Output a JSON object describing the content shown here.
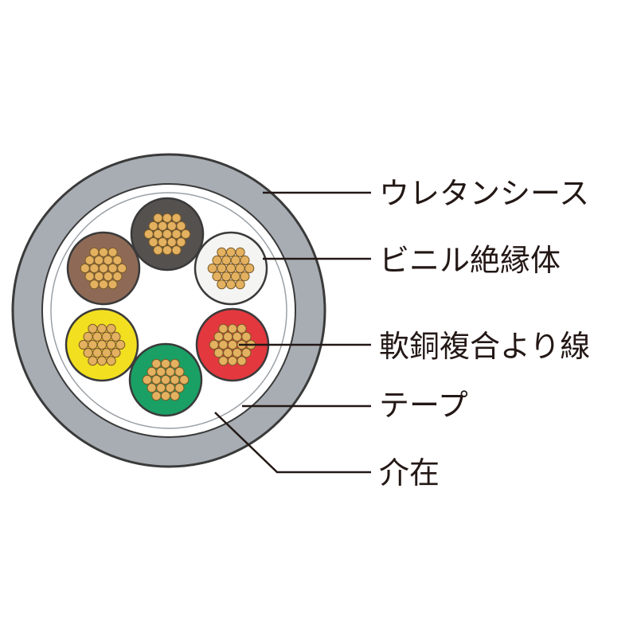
{
  "labels": {
    "sheath": "ウレタンシース",
    "insulation": "ビニル絶縁体",
    "conductor": "軟銅複合より線",
    "tape": "テープ",
    "filler": "介在"
  },
  "colors": {
    "sheath": "#a7adb3",
    "outline": "#3a3a3a",
    "tape": "#ffffff",
    "filler": "#ffffff",
    "copper": "#e3b15f",
    "copper_outline": "#7a5a28",
    "leader": "#231815"
  },
  "cores": [
    {
      "name": "black-core",
      "color": "#55514f"
    },
    {
      "name": "brown-core",
      "color": "#8e6a56"
    },
    {
      "name": "white-core",
      "color": "#f4f4f2"
    },
    {
      "name": "yellow-core",
      "color": "#f2df20"
    },
    {
      "name": "red-core",
      "color": "#e3383e"
    },
    {
      "name": "green-core",
      "color": "#1aa064"
    }
  ]
}
